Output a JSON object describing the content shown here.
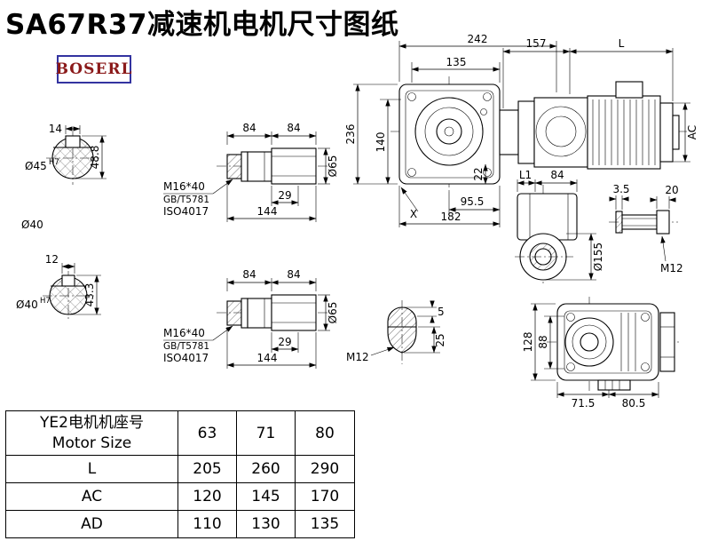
{
  "title": "SA67R37减速机电机尺寸图纸",
  "logo_text": "BOSERL",
  "colors": {
    "logo_border": "#3333a0",
    "logo_text": "#8b1a1a",
    "line": "#000000"
  },
  "left_shaft_top": {
    "key_width": "14",
    "bore_dia": "Ø45",
    "bore_tol": "H7",
    "depth": "48.8",
    "outer_dia": "Ø40"
  },
  "left_shaft_bottom": {
    "key_width": "12",
    "bore_dia": "Ø40",
    "bore_tol": "H7",
    "depth": "43.3"
  },
  "fastener_top": {
    "dim_a": "84",
    "dim_b": "84",
    "thread": "M16*40",
    "standard_1": "GB/T5781",
    "standard_2": "ISO4017",
    "dim_c": "29",
    "dim_total": "144",
    "sleeve_dia": "Ø65"
  },
  "fastener_bottom": {
    "dim_a": "84",
    "dim_b": "84",
    "thread": "M16*40",
    "standard_1": "GB/T5781",
    "standard_2": "ISO4017",
    "dim_c": "29",
    "dim_total": "144",
    "sleeve_dia": "Ø65"
  },
  "front_view": {
    "overall_width": "242",
    "upper_width": "135",
    "flange_length": "157",
    "motor_length": "L",
    "overall_height": "236",
    "center_height": "140",
    "motor_dia": "AC",
    "rim": "22",
    "lower_width_a": "95.5",
    "lower_width_b": "182",
    "datum": "X"
  },
  "side_view": {
    "dim_l1": "L1",
    "dim_84": "84",
    "washer": "3.5",
    "screw_len": "20",
    "flange_dia": "Ø155",
    "thread": "M12"
  },
  "shaft_end_view": {
    "key_height": "5",
    "length": "25",
    "thread": "M12"
  },
  "rear_view": {
    "height": "128",
    "inner_height": "88",
    "bottom_a": "71.5",
    "bottom_b": "80.5"
  },
  "table": {
    "header_cn": "YE2电机机座号",
    "header_en": "Motor Size",
    "sizes": [
      "63",
      "71",
      "80"
    ],
    "rows": [
      {
        "label": "L",
        "values": [
          "205",
          "260",
          "290"
        ]
      },
      {
        "label": "AC",
        "values": [
          "120",
          "145",
          "170"
        ]
      },
      {
        "label": "AD",
        "values": [
          "110",
          "130",
          "135"
        ]
      }
    ]
  }
}
